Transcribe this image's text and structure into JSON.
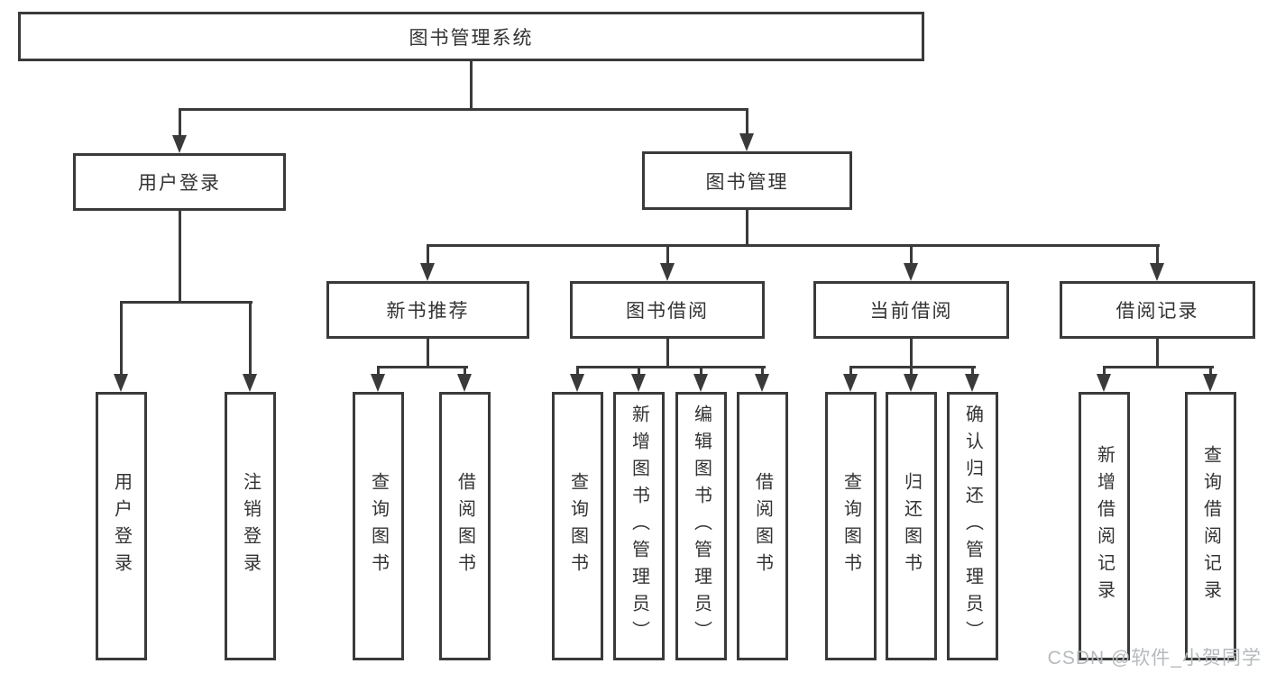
{
  "diagram": {
    "root": {
      "label": "图书管理系统"
    },
    "level2": [
      {
        "label": "用户登录"
      },
      {
        "label": "图书管理"
      }
    ],
    "level3": [
      {
        "label": "新书推荐",
        "parent": "图书管理"
      },
      {
        "label": "图书借阅",
        "parent": "图书管理"
      },
      {
        "label": "当前借阅",
        "parent": "图书管理"
      },
      {
        "label": "借阅记录",
        "parent": "图书管理"
      }
    ],
    "leaves": [
      {
        "label": "用户登录",
        "parent": "用户登录"
      },
      {
        "label": "注销登录",
        "parent": "用户登录"
      },
      {
        "label": "查询图书",
        "parent": "新书推荐"
      },
      {
        "label": "借阅图书",
        "parent": "新书推荐"
      },
      {
        "label": "查询图书",
        "parent": "图书借阅"
      },
      {
        "label": "新增图书（管理员）",
        "parent": "图书借阅"
      },
      {
        "label": "编辑图书（管理员）",
        "parent": "图书借阅"
      },
      {
        "label": "借阅图书",
        "parent": "图书借阅"
      },
      {
        "label": "查询图书",
        "parent": "当前借阅"
      },
      {
        "label": "归还图书",
        "parent": "当前借阅"
      },
      {
        "label": "确认归还（管理员）",
        "parent": "当前借阅"
      },
      {
        "label": "新增借阅记录",
        "parent": "借阅记录"
      },
      {
        "label": "查询借阅记录",
        "parent": "借阅记录"
      }
    ]
  },
  "watermark": {
    "text": "CSDN @软件_小贺同学"
  },
  "colors": {
    "line": "#3a3a3a",
    "text": "#333333",
    "watermark": "#b6babc",
    "background": "#ffffff"
  }
}
